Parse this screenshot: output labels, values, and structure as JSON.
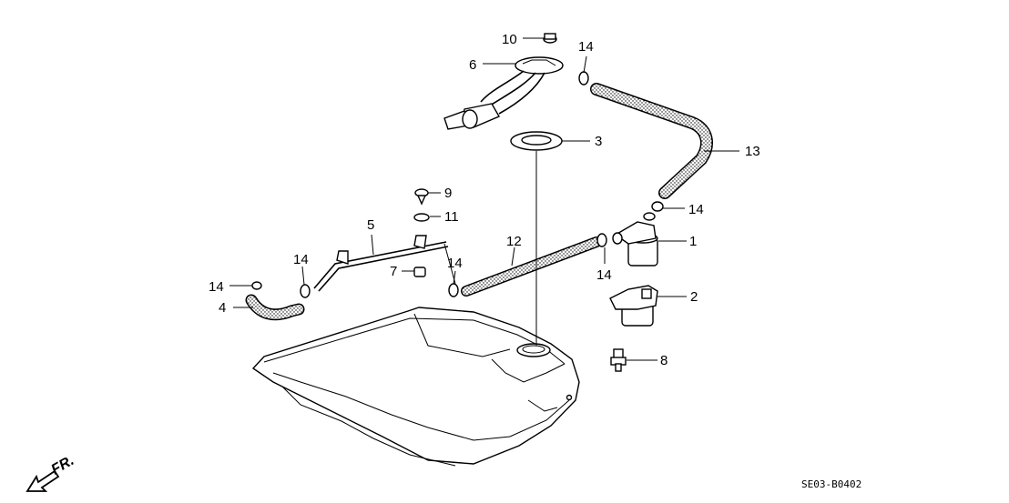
{
  "callouts": {
    "p1": "1",
    "p2": "2",
    "p3": "3",
    "p4": "4",
    "p5": "5",
    "p6": "6",
    "p7": "7",
    "p8": "8",
    "p9": "9",
    "p10": "10",
    "p11": "11",
    "p12": "12",
    "p13": "13",
    "p14a": "14",
    "p14b": "14",
    "p14c": "14",
    "p14d": "14",
    "p14e": "14",
    "p14f": "14"
  },
  "direction_label": "FR.",
  "drawing_code": "SE03-B0402"
}
